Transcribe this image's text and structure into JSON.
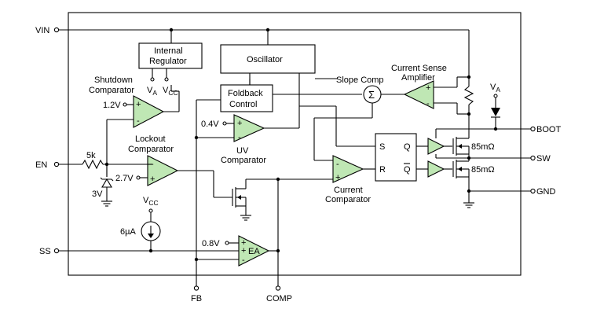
{
  "pins": {
    "vin": "VIN",
    "en": "EN",
    "ss": "SS",
    "fb": "FB",
    "comp": "COMP",
    "boot": "BOOT",
    "sw": "SW",
    "gnd": "GND"
  },
  "blocks": {
    "internal_regulator": [
      "Internal",
      "Regulator"
    ],
    "oscillator": "Oscillator",
    "foldback_control": [
      "Foldback",
      "Control"
    ],
    "shutdown_comparator": [
      "Shutdown",
      "Comparator"
    ],
    "lockout_comparator": [
      "Lockout",
      "Comparator"
    ],
    "uv_comparator": [
      "UV",
      "Comparator"
    ],
    "current_comparator": [
      "Current",
      "Comparator"
    ],
    "slope_comp": "Slope Comp",
    "sigma": "Σ",
    "current_sense_amplifier": [
      "Current Sense",
      "Amplifier"
    ],
    "error_amp": "EA",
    "latch_s": "S",
    "latch_r": "R",
    "latch_q": "Q",
    "latch_qbar": "Q"
  },
  "labels": {
    "va_main": "V",
    "va_sub": "A",
    "vcc_main": "V",
    "vcc_sub": "CC",
    "v1_2": "1.2V",
    "v2_7": "2.7V",
    "v0_4": "0.4V",
    "v0_8": "0.8V",
    "r5k": "5k",
    "zener": "3V",
    "current_source": "6µA",
    "rds_high": "85mΩ",
    "rds_low": "85mΩ",
    "plus": "+",
    "minus": "-"
  },
  "colors": {
    "amplifier_fill": "#bfe7b4",
    "line": "#000000",
    "background": "#ffffff"
  }
}
